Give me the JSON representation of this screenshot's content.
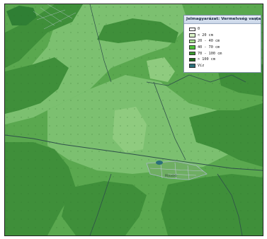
{
  "legend": {
    "title": "Jelmagyarázat: Vermelvség vastagság",
    "close_symbol": "×",
    "items": [
      {
        "label": "0",
        "color": "#ffffff"
      },
      {
        "label": "< 20 cm",
        "color": "#d9f2c7"
      },
      {
        "label": "20 - 40 cm",
        "color": "#a6e08e"
      },
      {
        "label": "40 - 70 cm",
        "color": "#4fc23a"
      },
      {
        "label": "70 - 100 cm",
        "color": "#3a9a2f"
      },
      {
        "label": "> 100 cm",
        "color": "#1e6b1c"
      },
      {
        "label": "Víz",
        "color": "#2b6f7a"
      }
    ]
  },
  "map": {
    "place_label": "Pilisvörö",
    "colors": {
      "base": "#5aa84f",
      "light": "#7cc070",
      "pale": "#8fcb7f",
      "dark": "#3f8f3a",
      "deep": "#2f7f34",
      "road": "#2e4f4a",
      "street": "#a8b8c8",
      "town": "#8fa0a0"
    }
  }
}
